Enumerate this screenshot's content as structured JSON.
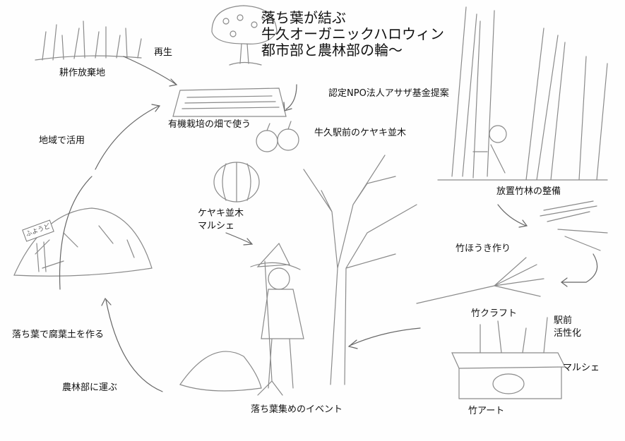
{
  "title": {
    "line1": "落ち葉が結ぶ",
    "line2": "牛久オーガニックハロウィン",
    "line3": "都市部と農林部の輪〜"
  },
  "labels": {
    "abandoned_farmland": "耕作放棄地",
    "regeneration": "再生",
    "organic_field": "有機栽培の畑で使う",
    "npo_proposal": "認定NPO法人アサザ基金提案",
    "station_zelkova": "牛久駅前のケヤキ並木",
    "local_use": "地域で活用",
    "bamboo_maintenance": "放置竹林の整備",
    "zelkova_marche_1": "ケヤキ並木",
    "zelkova_marche_2": "マルシェ",
    "bamboo_broom": "竹ほうき作り",
    "bamboo_craft": "竹クラフト",
    "station_revival_1": "駅前",
    "station_revival_2": "活性化",
    "marche": "マルシェ",
    "make_compost": "落ち葉で腐葉土を作る",
    "carry_to_farm": "農林部に運ぶ",
    "leaf_event": "落ち葉集めのイベント",
    "bamboo_art": "竹アート"
  },
  "sign_text": "ふようど",
  "colors": {
    "pencil": "#888888",
    "ink": "#111111"
  }
}
